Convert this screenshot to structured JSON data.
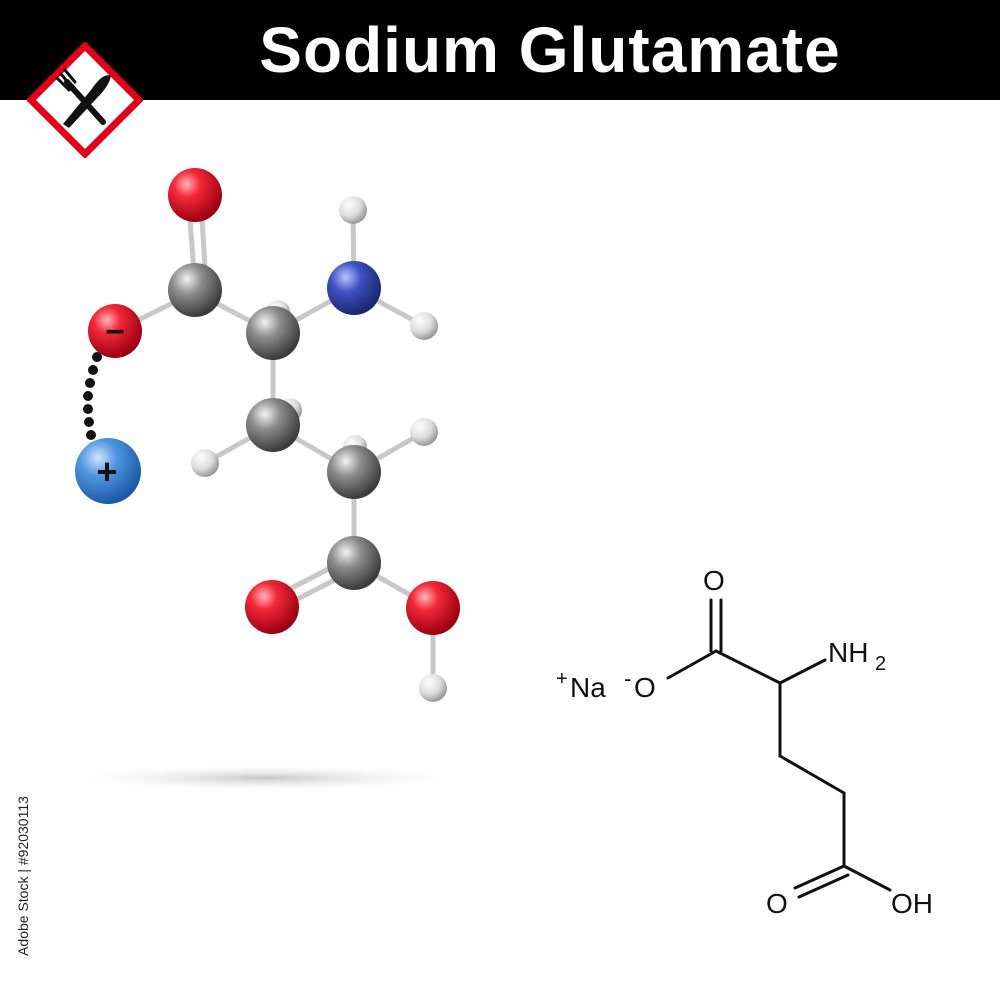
{
  "header": {
    "title": "Sodium Glutamate",
    "background": "#000000",
    "text_color": "#ffffff"
  },
  "hazard_icon": {
    "name": "food-safe-icon",
    "border_color": "#e2001a"
  },
  "ball_model": {
    "charges": {
      "negative": "−",
      "positive": "+"
    },
    "colors": {
      "oxygen": "#e8102a",
      "carbon": "#8a8a8a",
      "nitrogen": "#3a4fb0",
      "hydrogen": "#e8e8e8",
      "sodium": "#4a90d9"
    }
  },
  "skeletal_formula": {
    "sodium_label": "Na",
    "sodium_charge": "+",
    "oxide_label": "O",
    "oxide_charge": "-",
    "carbonyl_top": "O",
    "amine": "NH",
    "amine_subscript": "2",
    "carbonyl_bottom": "O",
    "hydroxyl": "OH"
  },
  "stock_id": "Adobe Stock | #92030113"
}
